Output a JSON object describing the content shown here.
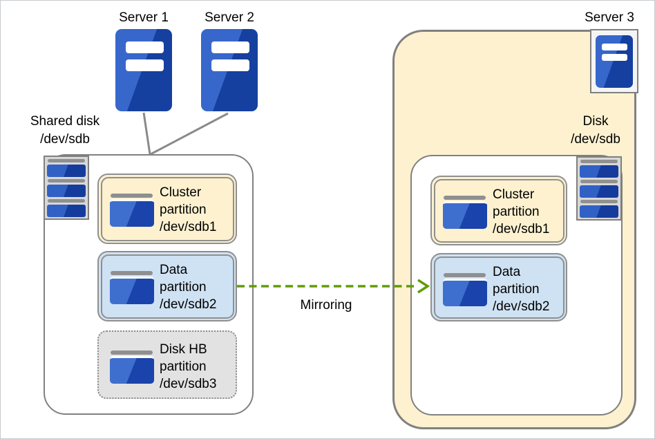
{
  "labels": {
    "server1": "Server 1",
    "server2": "Server 2",
    "server3": "Server 3",
    "shared_disk": {
      "line1": "Shared disk",
      "line2": "/dev/sdb"
    },
    "right_disk": {
      "line1": "Disk",
      "line2": "/dev/sdb"
    },
    "mirroring": "Mirroring"
  },
  "left_partitions": [
    {
      "lines": [
        "Cluster",
        "partition",
        "/dev/sdb1"
      ],
      "style": "cream-solid"
    },
    {
      "lines": [
        "Data",
        "partition",
        "/dev/sdb2"
      ],
      "style": "blue-solid"
    },
    {
      "lines": [
        "Disk HB",
        "partition",
        "/dev/sdb3"
      ],
      "style": "gray-dotted"
    }
  ],
  "right_partitions": [
    {
      "lines": [
        "Cluster",
        "partition",
        "/dev/sdb1"
      ],
      "style": "cream-solid"
    },
    {
      "lines": [
        "Data",
        "partition",
        "/dev/sdb2"
      ],
      "style": "blue-solid"
    }
  ],
  "colors": {
    "cream_fill": "#fdf1d0",
    "data_blue_fill": "#cfe2f3",
    "hb_gray_fill": "#e2e2e2",
    "container_border": "#808080",
    "partition_border": "#8f8f8f",
    "server_blue_light": "#3767cb",
    "server_blue_dark": "#16409f",
    "arrow_green": "#619c06",
    "text": "#000000"
  }
}
